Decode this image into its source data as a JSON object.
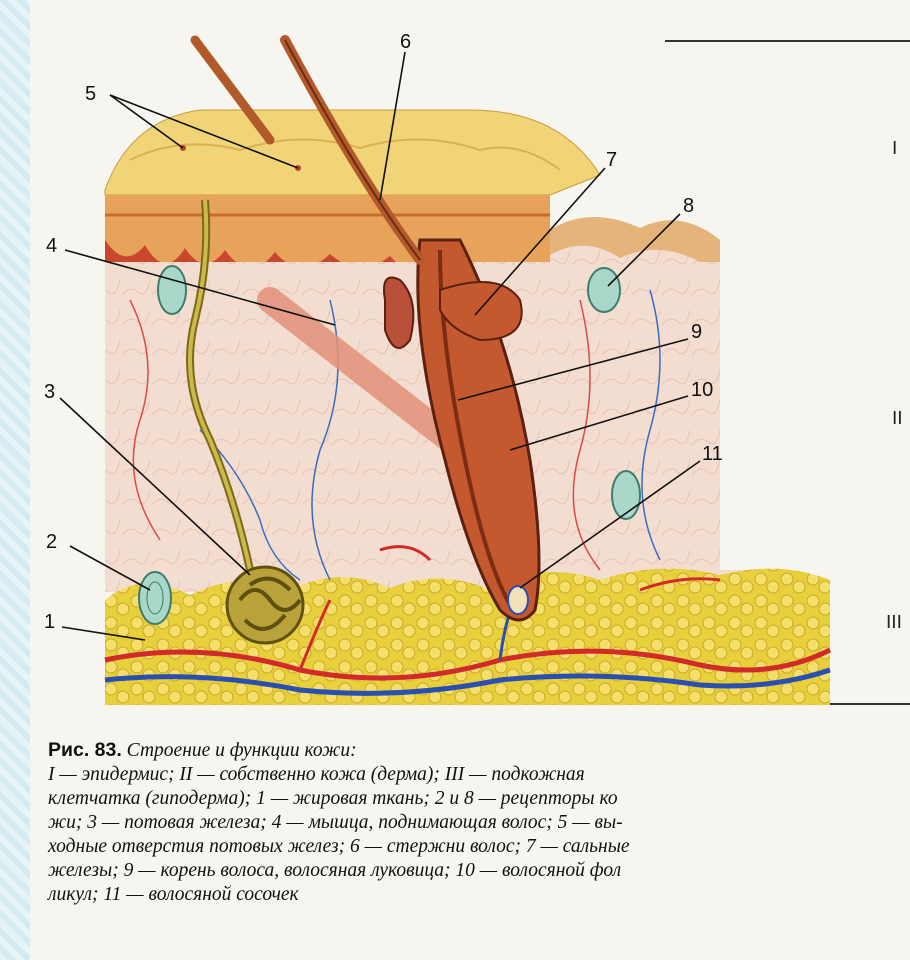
{
  "figure": {
    "labels": [
      "1",
      "2",
      "3",
      "4",
      "5",
      "6",
      "7",
      "8",
      "9",
      "10",
      "11"
    ],
    "roman": [
      "I",
      "II",
      "III"
    ]
  },
  "caption": {
    "fig_number": "Рис. 83.",
    "title": "Строение и функции кожи:",
    "line2": "I — эпидермис; II — собственно кожа (дерма); III — подкожная",
    "line3": "клетчатка (гиподерма); 1 — жировая ткань; 2 и 8 — рецепторы ко",
    "line4": "жи; 3 — потовая железа; 4 — мышца, поднимающая волос; 5 — вы-",
    "line5": "ходные отверстия потовых желез; 6 — стержни волос; 7 — сальные",
    "line6": "железы; 9 — корень волоса, волосяная луковица; 10 — волосяной фол",
    "line7": "ликул; 11 — волосяной сосочек"
  },
  "colors": {
    "epidermis": "#e8a35a",
    "dermis": "#f2d9c4",
    "fat": "#e9d24a",
    "hair": "#b35a2a",
    "artery": "#d02a2a",
    "vein": "#2a4fb0"
  }
}
